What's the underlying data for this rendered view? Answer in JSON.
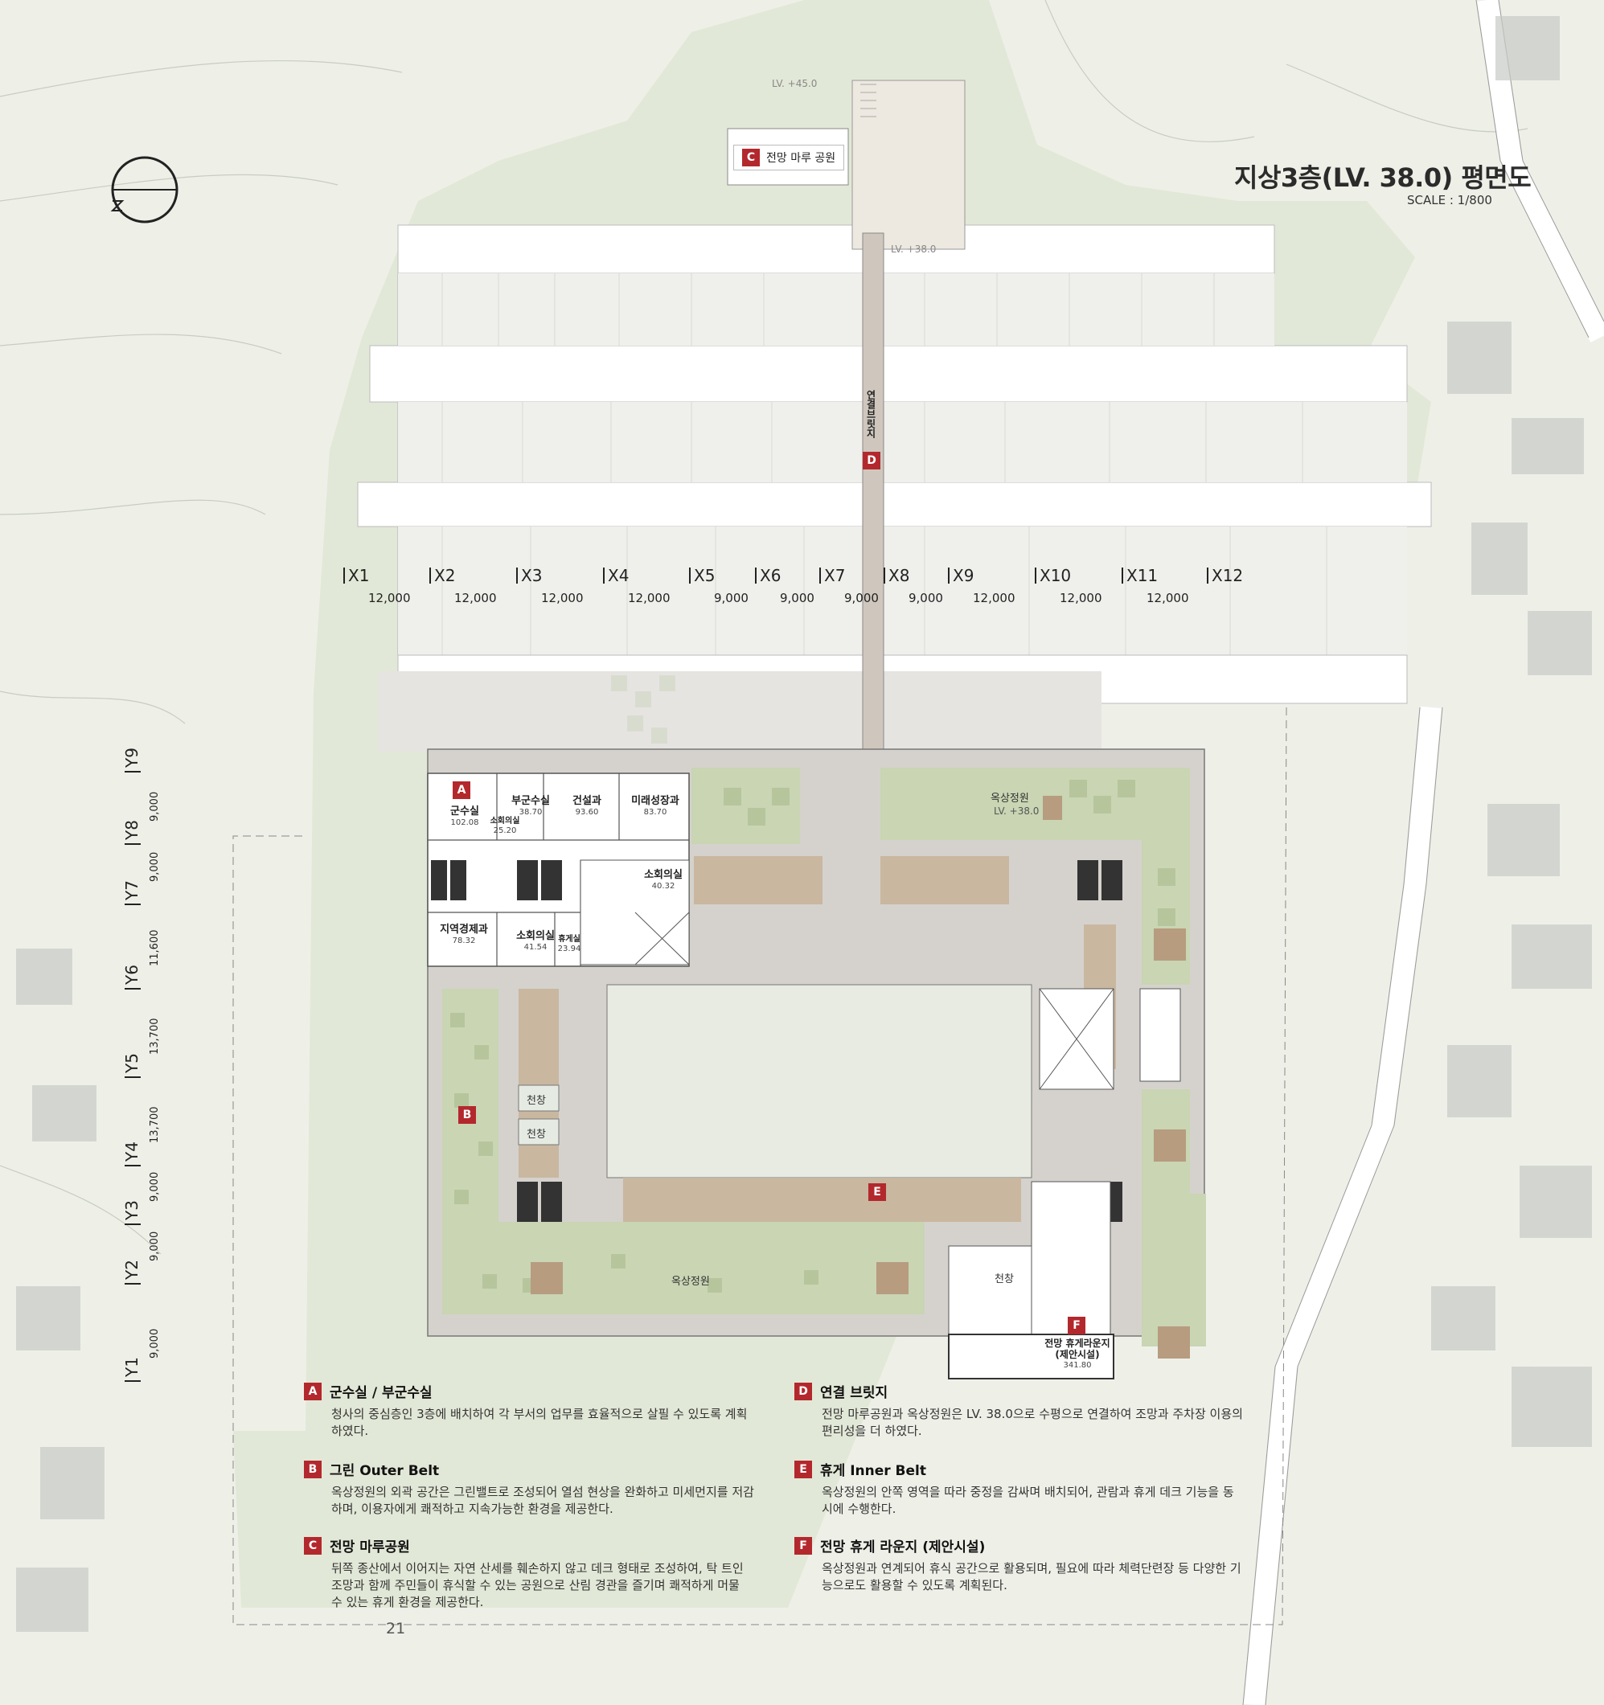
{
  "title": "지상3층(LV. 38.0) 평면도",
  "scale": "SCALE : 1/800",
  "page_number": "21",
  "levels": {
    "top": "LV. +45.0",
    "middle": "LV. +38.0",
    "roof_garden": "LV. +38.0"
  },
  "tags": {
    "C": {
      "letter": "C",
      "label": "전망 마루 공원"
    },
    "D": {
      "letter": "D",
      "label": "연결브릿지"
    },
    "A": {
      "letter": "A"
    },
    "B": {
      "letter": "B"
    },
    "E": {
      "letter": "E"
    },
    "F": {
      "letter": "F",
      "label": "전망 휴게라운지\n(제안시설)",
      "area": "341.80"
    }
  },
  "x_grid": [
    {
      "label": "X1",
      "dim": "12,000"
    },
    {
      "label": "X2",
      "dim": "12,000"
    },
    {
      "label": "X3",
      "dim": "12,000"
    },
    {
      "label": "X4",
      "dim": "12,000"
    },
    {
      "label": "X5",
      "dim": "9,000"
    },
    {
      "label": "X6",
      "dim": "9,000"
    },
    {
      "label": "X7",
      "dim": "9,000"
    },
    {
      "label": "X8",
      "dim": "9,000"
    },
    {
      "label": "X9",
      "dim": "12,000"
    },
    {
      "label": "X10",
      "dim": "12,000"
    },
    {
      "label": "X11",
      "dim": "12,000"
    },
    {
      "label": "X12",
      "dim": ""
    }
  ],
  "y_grid": [
    {
      "label": "Y1",
      "dim": "9,000"
    },
    {
      "label": "Y2",
      "dim": "9,000"
    },
    {
      "label": "Y3",
      "dim": "9,000"
    },
    {
      "label": "Y4",
      "dim": "13,700"
    },
    {
      "label": "Y5",
      "dim": "13,700"
    },
    {
      "label": "Y6",
      "dim": "11,600"
    },
    {
      "label": "Y7",
      "dim": "9,000"
    },
    {
      "label": "Y8",
      "dim": "9,000"
    },
    {
      "label": "Y9",
      "dim": ""
    }
  ],
  "rooms": [
    {
      "name": "군수실",
      "area": "102.08"
    },
    {
      "name": "부군수실",
      "area": "38.70"
    },
    {
      "name": "건설과",
      "area": "93.60"
    },
    {
      "name": "미래성장과",
      "area": "83.70"
    },
    {
      "name": "소회의실",
      "area": "25.20"
    },
    {
      "name": "소회의실",
      "area": "40.32"
    },
    {
      "name": "지역경제과",
      "area": "78.32"
    },
    {
      "name": "소회의실",
      "area": "41.54"
    },
    {
      "name": "휴게실",
      "area": "23.94"
    }
  ],
  "labels": {
    "roof_garden_top": "옥상정원",
    "roof_garden_bottom": "옥상정원",
    "skylight": "천창"
  },
  "legend": [
    {
      "letter": "A",
      "heading": "군수실 / 부군수실",
      "body": "청사의 중심층인 3층에 배치하여 각 부서의 업무를 효율적으로 살필 수 있도록 계획하였다."
    },
    {
      "letter": "B",
      "heading": "그린 Outer Belt",
      "body": "옥상정원의 외곽 공간은 그린밸트로 조성되어 열섬 현상을 완화하고 미세먼지를 저감하며, 이용자에게 쾌적하고 지속가능한 환경을 제공한다."
    },
    {
      "letter": "C",
      "heading": "전망 마루공원",
      "body": "뒤쪽 종산에서 이어지는 자연 산세를 훼손하지 않고 데크 형태로 조성하여, 탁 트인 조망과 함께 주민들이 휴식할 수 있는 공원으로 산림 경관을 즐기며 쾌적하게 머물 수 있는 휴게 환경을 제공한다."
    },
    {
      "letter": "D",
      "heading": "연결 브릿지",
      "body": "전망 마루공원과 옥상정원은 LV. 38.0으로 수평으로 연결하여 조망과 주차장 이용의 편리성을 더 하였다."
    },
    {
      "letter": "E",
      "heading": "휴게 Inner Belt",
      "body": "옥상정원의 안쪽 영역을 따라 중정을 감싸며 배치되어, 관람과 휴게 데크 기능을 동시에 수행한다."
    },
    {
      "letter": "F",
      "heading": "전망 휴게 라운지 (제안시설)",
      "body": "옥상정원과 연계되어 휴식 공간으로 활용되며, 필요에 따라 체력단련장 등 다양한 기능으로도 활용할 수 있도록 계획된다."
    }
  ],
  "colors": {
    "accent": "#b3282d",
    "green": "#c9d5b3",
    "deck": "#c9b7a0",
    "paving": "#d3d0cb"
  }
}
